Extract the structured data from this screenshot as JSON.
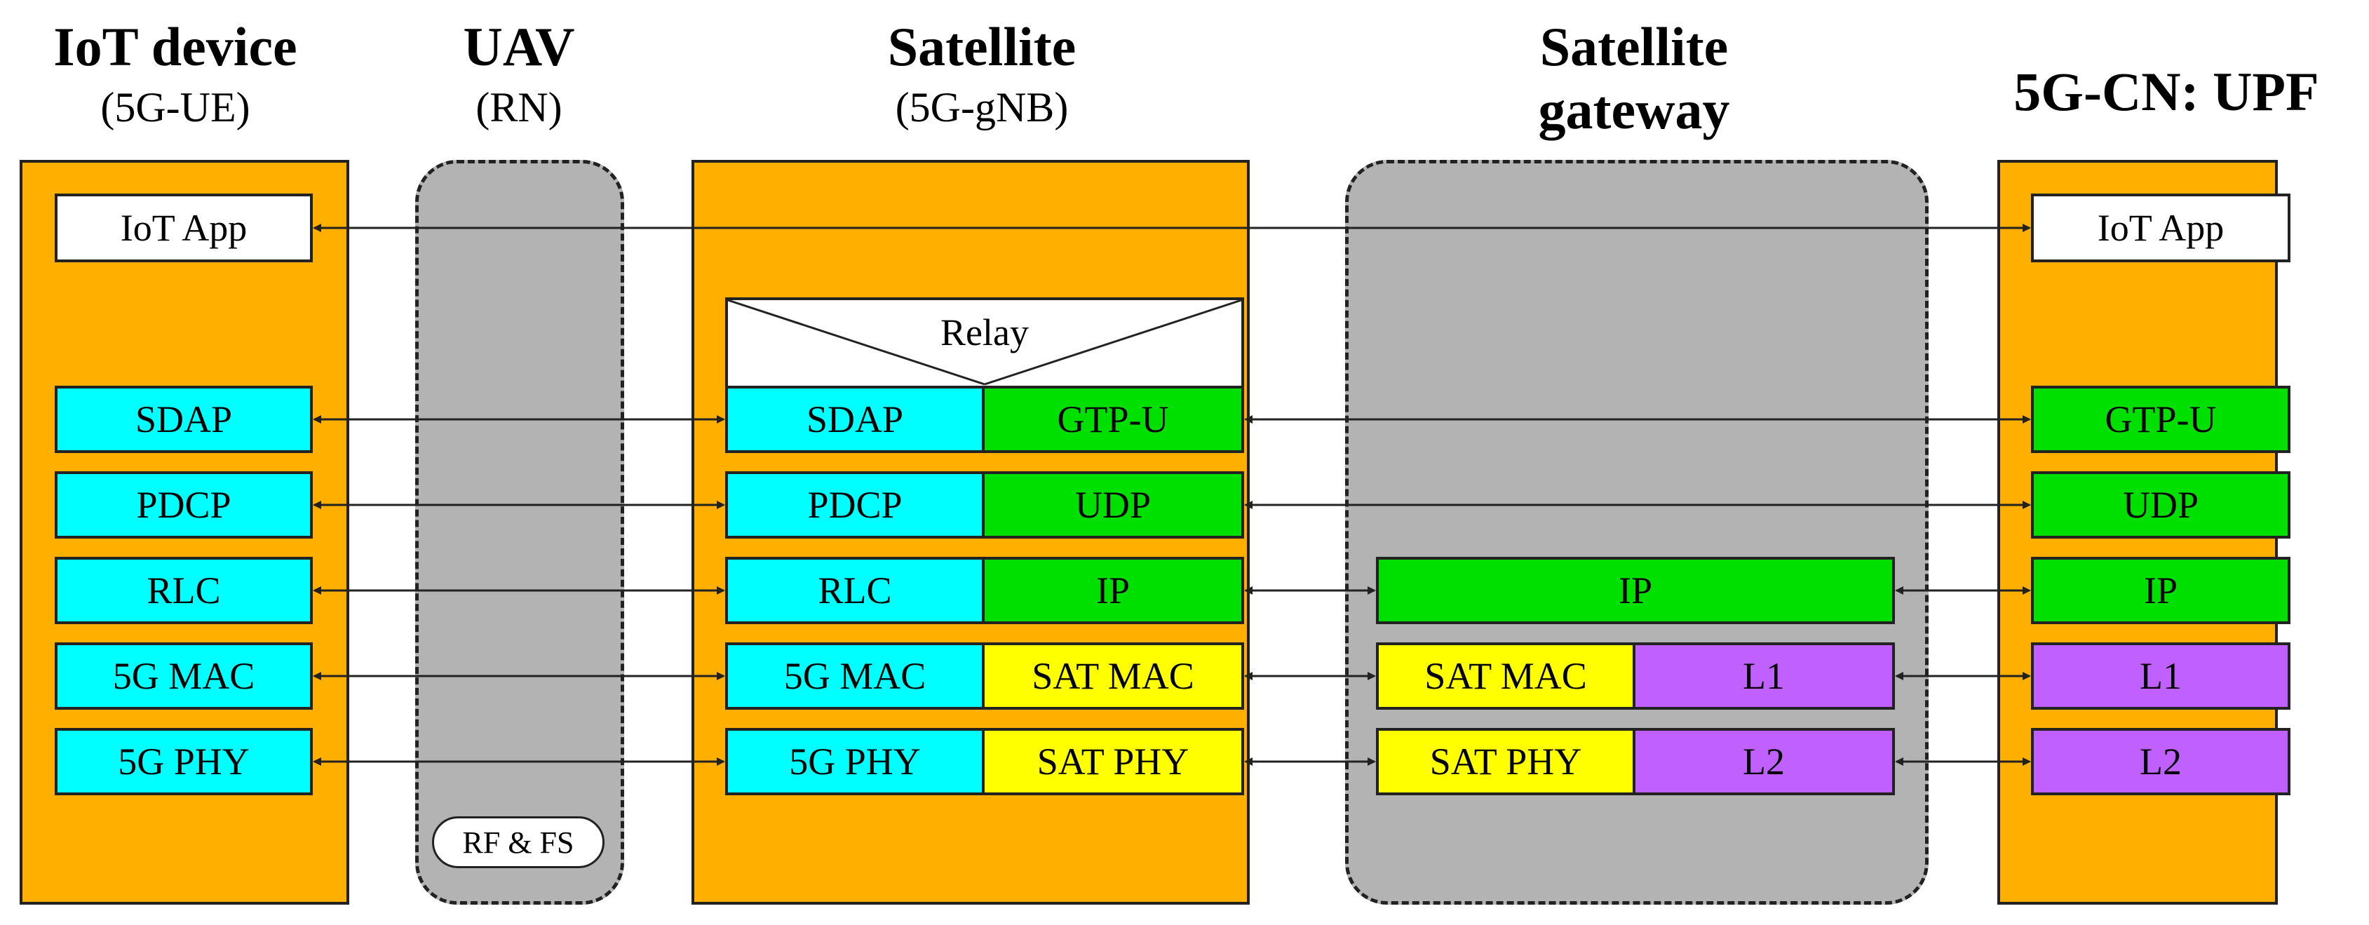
{
  "columns": {
    "iot": {
      "title": "IoT device",
      "subtitle": "(5G-UE)"
    },
    "uav": {
      "title": "UAV",
      "subtitle": "(RN)",
      "badge": "RF & FS"
    },
    "satellite": {
      "title": "Satellite",
      "subtitle": "(5G-gNB)",
      "relay": "Relay"
    },
    "gateway": {
      "title_line1": "Satellite",
      "title_line2": "gateway"
    },
    "upf": {
      "title": "5G-CN: UPF"
    }
  },
  "iot_stack": {
    "app": "IoT App",
    "sdap": "SDAP",
    "pdcp": "PDCP",
    "rlc": "RLC",
    "mac": "5G MAC",
    "phy": "5G PHY"
  },
  "sat_stack": {
    "sdap": "SDAP",
    "pdcp": "PDCP",
    "rlc": "RLC",
    "mac": "5G MAC",
    "phy": "5G PHY",
    "gtpu": "GTP-U",
    "udp": "UDP",
    "ip": "IP",
    "sat_mac": "SAT MAC",
    "sat_phy": "SAT PHY"
  },
  "gw_stack": {
    "ip": "IP",
    "sat_mac": "SAT MAC",
    "l1": "L1",
    "sat_phy": "SAT PHY",
    "l2": "L2"
  },
  "upf_stack": {
    "app": "IoT App",
    "gtpu": "GTP-U",
    "udp": "UDP",
    "ip": "IP",
    "l1": "L1",
    "l2": "L2"
  },
  "colors": {
    "node": "#FFAF00",
    "relay_node": "#B3B3B3",
    "nr_layer": "#00FFFF",
    "transport_layer": "#00E000",
    "sat_layer": "#FFFF00",
    "link_layer": "#C060FF",
    "app": "#FFFFFF"
  }
}
